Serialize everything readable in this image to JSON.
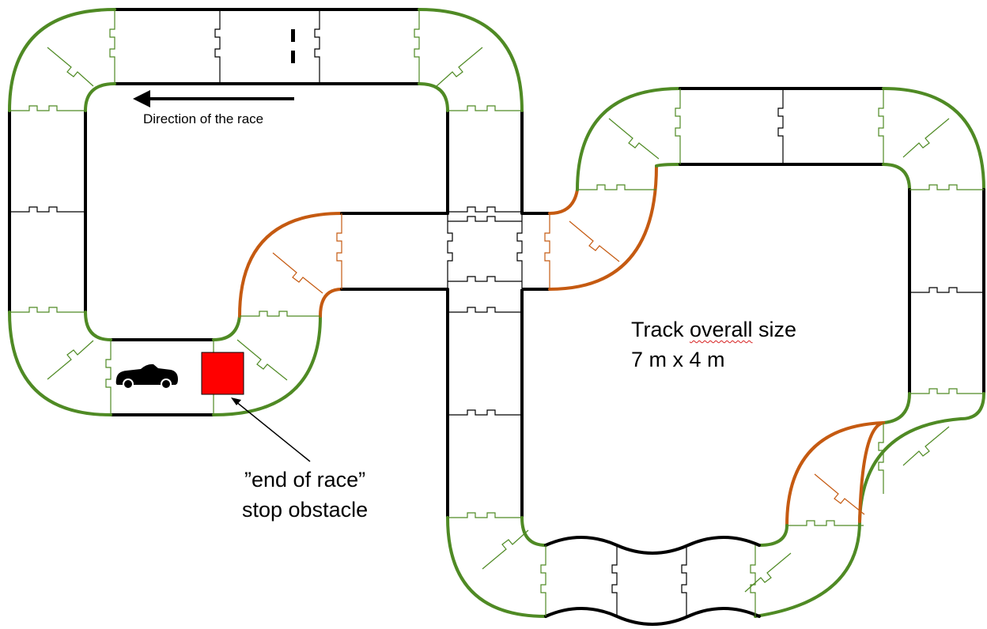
{
  "title": "",
  "colors": {
    "straight": "#000000",
    "curve_outer": "#4f8a24",
    "curve_special": "#c55a11",
    "obstacle": "#ff0000",
    "squiggle": "#d62020"
  },
  "labels": {
    "direction": "Direction of the race",
    "size_line1_a": "Track ",
    "size_line1_b": "overall",
    "size_line1_c": " size",
    "size_line2": "7 m x 4 m",
    "stop_line1": "”end of race”",
    "stop_line2": "stop obstacle"
  },
  "icons": {
    "car": "car-icon",
    "obstacle": "stop-obstacle-icon",
    "arrow": "direction-arrow-icon"
  }
}
